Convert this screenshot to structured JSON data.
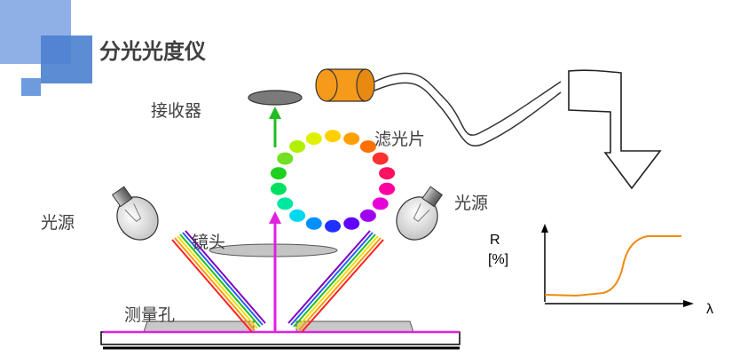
{
  "title": "分光光度仪",
  "labels": {
    "receiver": "接收器",
    "filter": "滤光片",
    "light_source_left": "光源",
    "light_source_right": "光源",
    "lens": "镜头",
    "aperture": "测量孔"
  },
  "graph": {
    "y_label_line1": "R",
    "y_label_line2": "[%]",
    "x_label": "λ"
  },
  "colors": {
    "accent_blue": "#4a7fcf",
    "light_blue": "#8fb0e6",
    "magenta": "#e020e0",
    "green_arrow": "#22bb22",
    "curve": "#f08a10",
    "filter_cylinder": "#f59a1a",
    "wheel": [
      "#ffd000",
      "#ffa000",
      "#ff7000",
      "#ff3030",
      "#ff1060",
      "#ff00a0",
      "#e800d8",
      "#a000f0",
      "#6000ff",
      "#2030ff",
      "#0090ff",
      "#00d8f0",
      "#00e8a0",
      "#00e060",
      "#20d020",
      "#70e020",
      "#b0f000",
      "#e0f000"
    ]
  }
}
